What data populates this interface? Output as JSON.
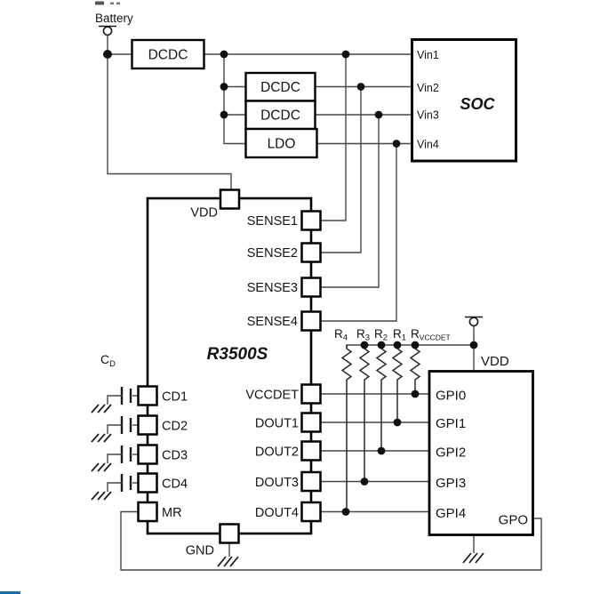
{
  "figure": {
    "battery_label": "Battery",
    "regulators": {
      "dcdc1": "DCDC",
      "dcdc2": "DCDC",
      "dcdc3": "DCDC",
      "ldo": "LDO"
    },
    "soc": {
      "name": "SOC",
      "pins": [
        "Vin1",
        "Vin2",
        "Vin3",
        "Vin4"
      ]
    },
    "chip": {
      "name": "R3500S",
      "top_pin": "VDD",
      "bottom_pin": "GND",
      "right_pins": [
        "SENSE1",
        "SENSE2",
        "SENSE3",
        "SENSE4",
        "VCCDET",
        "DOUT1",
        "DOUT2",
        "DOUT3",
        "DOUT4"
      ],
      "left_pins": [
        "CD1",
        "CD2",
        "CD3",
        "CD4",
        "MR"
      ]
    },
    "capacitor_label": {
      "base": "C",
      "sub": "D"
    },
    "resistors": [
      {
        "base": "R",
        "sub": "4"
      },
      {
        "base": "R",
        "sub": "3"
      },
      {
        "base": "R",
        "sub": "2"
      },
      {
        "base": "R",
        "sub": "1"
      },
      {
        "base": "R",
        "sub": "VCCDET"
      }
    ],
    "host": {
      "vdd_label": "VDD",
      "gpi_pins": [
        "GPI0",
        "GPI1",
        "GPI2",
        "GPI3",
        "GPI4"
      ],
      "gpo_label": "GPO"
    },
    "colors": {
      "wire": "#474747",
      "border": "#000000",
      "text": "#141414",
      "artifact_blue": "#1d6fa5",
      "background": "#ffffff"
    }
  }
}
